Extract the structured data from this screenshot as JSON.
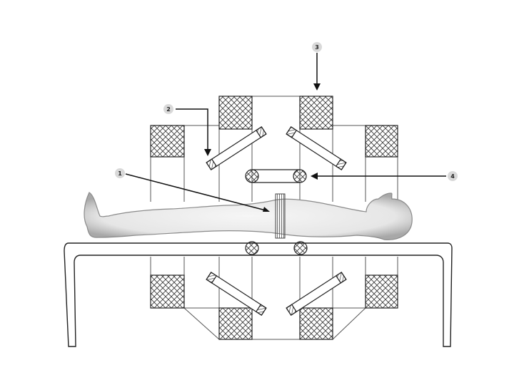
{
  "colors": {
    "stroke": "#1a1a1a",
    "frame": "#555555",
    "hatch": "#333333",
    "badge": "#d9d9d9",
    "body_fill": "#ededed",
    "body_edge": "#9a9a9a",
    "background": "#ffffff"
  },
  "callouts": [
    {
      "label": "1"
    },
    {
      "label": "2"
    },
    {
      "label": "3"
    },
    {
      "label": "4"
    }
  ]
}
